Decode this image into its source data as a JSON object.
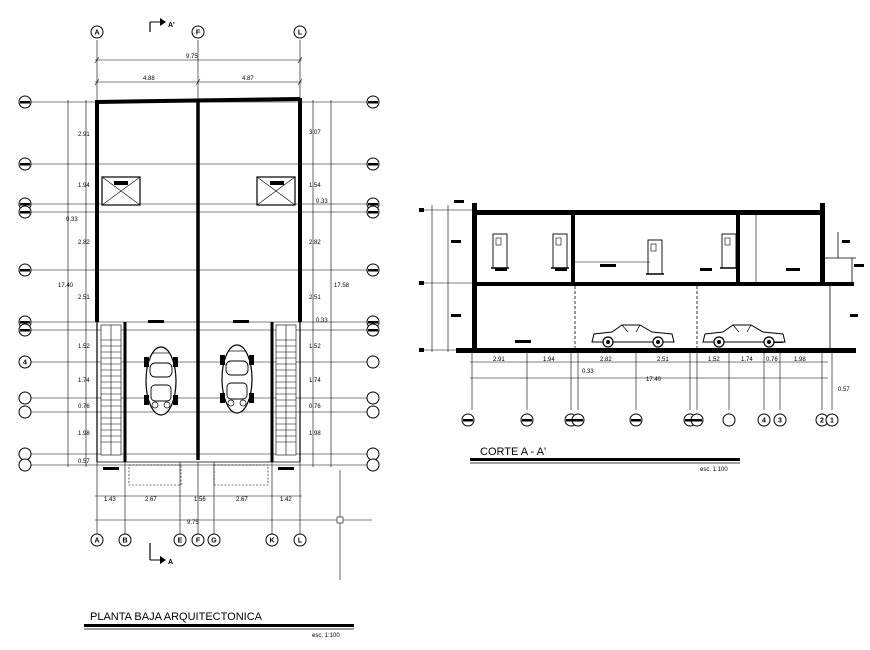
{
  "plan": {
    "title": "PLANTA BAJA ARQUITECTONICA",
    "scale": "esc. 1:100",
    "top_axes": [
      "A",
      "F",
      "L"
    ],
    "bottom_axes": [
      "A",
      "B",
      "E",
      "F",
      "G",
      "K",
      "L"
    ],
    "section_marker_top": "A'",
    "section_marker_bottom": "A",
    "dims_top": [
      "9.75",
      "4.88",
      "4.87"
    ],
    "dims_bottom": [
      "1.43",
      "2.67",
      "1.56",
      "2.67",
      "1.42",
      "9.75"
    ],
    "dims_left": [
      "2.91",
      "1.94",
      "0.33",
      "2.82",
      "2.51",
      "1.52",
      "1.74",
      "0.76",
      "1.98",
      "0.57"
    ],
    "dim_left_total": "17.40",
    "dims_right": [
      "3.07",
      "1.54",
      "0.33",
      "2.82",
      "2.51",
      "0.33",
      "1.52",
      "1.74",
      "0.76",
      "1.98"
    ],
    "dim_right_total": "17.58"
  },
  "section": {
    "title": "CORTE A - A'",
    "scale": "esc. 1:100",
    "dims": [
      "2.91",
      "1.94",
      "2.82",
      "2.51",
      "1.52",
      "1.74",
      "0.76",
      "1.98"
    ],
    "dim_033": "0.33",
    "dim_total": "17.40",
    "dim_057": "0.57",
    "axes": [
      "4",
      "3",
      "2",
      "1"
    ]
  }
}
